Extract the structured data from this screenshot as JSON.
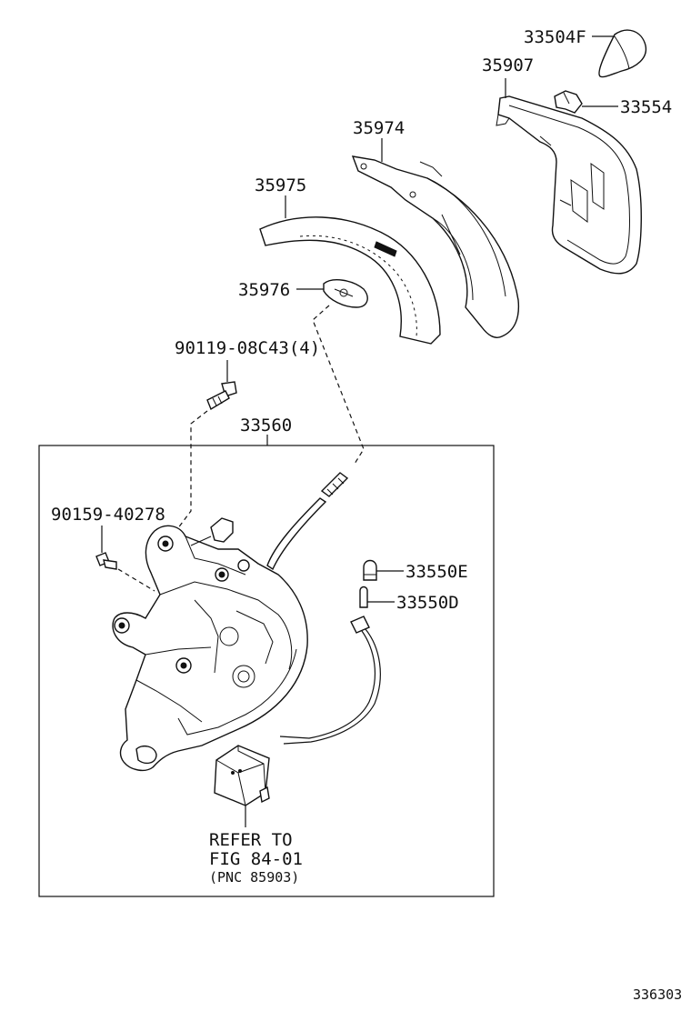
{
  "labels": {
    "p33504F": "33504F",
    "p35907": "35907",
    "p33554": "33554",
    "p35974": "35974",
    "p35975": "35975",
    "p35976": "35976",
    "p90119": "90119-08C43(4)",
    "p33560": "33560",
    "p90159": "90159-40278",
    "p33550E": "33550E",
    "p33550D": "33550D",
    "refer1": "REFER TO",
    "refer2": "FIG 84-01",
    "refer3": "(PNC 85903)",
    "figno": "336303"
  }
}
